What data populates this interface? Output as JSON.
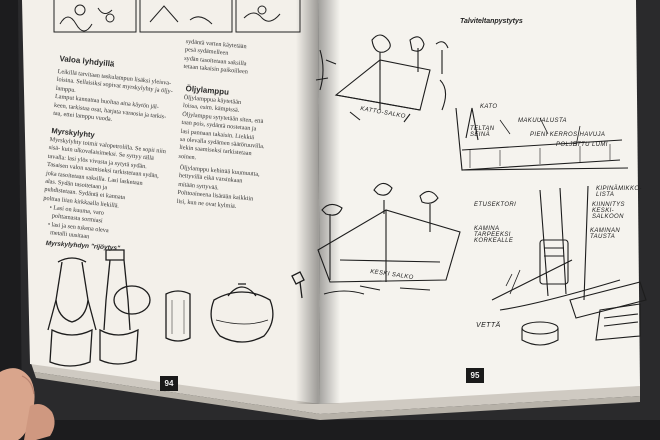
{
  "left_page": {
    "heading_light": "Valoa lyhdyillä",
    "paragraph_1": [
      "Leikillä tarvitaan taskulampun lisäksi yleisva-",
      "loisina. Sellaisiksi sopivat myrskylyhty ja öljy-",
      "lamppu.",
      "Lamput kannattaa huoltaa aina käytön jäl-",
      "keen, tarkistaa osat, harjata varaosia ja tarkis-",
      "taa, ettei lamppu vuoda."
    ],
    "heading_storm": "Myrskylyhty",
    "paragraph_2": [
      "Myrskylyhty toimii valopetrolilla. Se sopii niin",
      "sisä- kuin ulkovalaisimeksi. Se syttyy tällä",
      "tavalla: lasi ylös vivusta ja sytytä sydän.",
      "Tasaisen valon saamiseksi tarkistetaan sydän,",
      "joka tasoitetaan saksilla. Lasi lasketaan",
      "alas. Sydän tasoitetaan ja",
      "puhdistetaan. Sydäntä ei kannata",
      "polttaa liian kirkkaalla liekillä."
    ],
    "bullets": [
      "Lasi on kuuma, varo",
      "polttamasta sormiasi",
      "lasi ja sen tukena oleva",
      "metalli uusitaan"
    ],
    "col2_top": [
      "sydäntä varten käytetään",
      "pesä sydämelleen",
      "sydän tasoitetaan saksilla",
      "tetaan takaisin paikoilleen"
    ],
    "heading_oil": "Öljylamppu",
    "paragraph_3": [
      "Öljylamppua käytetään",
      "loissa, esim. kämpissä.",
      "Öljylamppu sytytetään siten, että",
      "taan pois, sydäntä nostetaan ja",
      "lasi pannaan takaisin. Liekkiä",
      "sa olevalla sydämen säätöruuvilla.",
      "liekin saamiseksi tarkistetaan",
      "soinen."
    ],
    "paragraph_4": [
      "Öljylamppu kehittää kuumuutta,",
      "hettyvillä eikä varsinkaan",
      "mitään syttyvää.",
      "Polttoaineena lisätään kaikkiin",
      "lisi, kun ne ovat kylmiä."
    ],
    "caption": "Myrskylyhdyn \"rijöytys\"",
    "page_number": "94"
  },
  "right_page": {
    "title": "Talviteltanpystytys",
    "labels": {
      "kato": "KATO",
      "teltan_seina": "TELTAN SEINÄ",
      "makuualusta": "MAKUUALUSTA",
      "pieni_kerros": "PIENI KERROS HAVUJA",
      "poljettu_lumi": "POLJETTU LUMI",
      "kattosalko": "KATTO-SALKO",
      "etusektori": "ETUSEKTORI",
      "kipinamikko": "KIPINÄMIKKO-LISTA",
      "kiinnitys": "KIINNITYS KESKI-SALKOON",
      "kamina": "KAMINA TARPEEKSI KORKEALLE",
      "kaminan_tausta": "KAMINAN TAUSTA",
      "keskisalko": "KESKI SALKO",
      "vetta": "VETTÄ"
    },
    "page_number": "95"
  }
}
